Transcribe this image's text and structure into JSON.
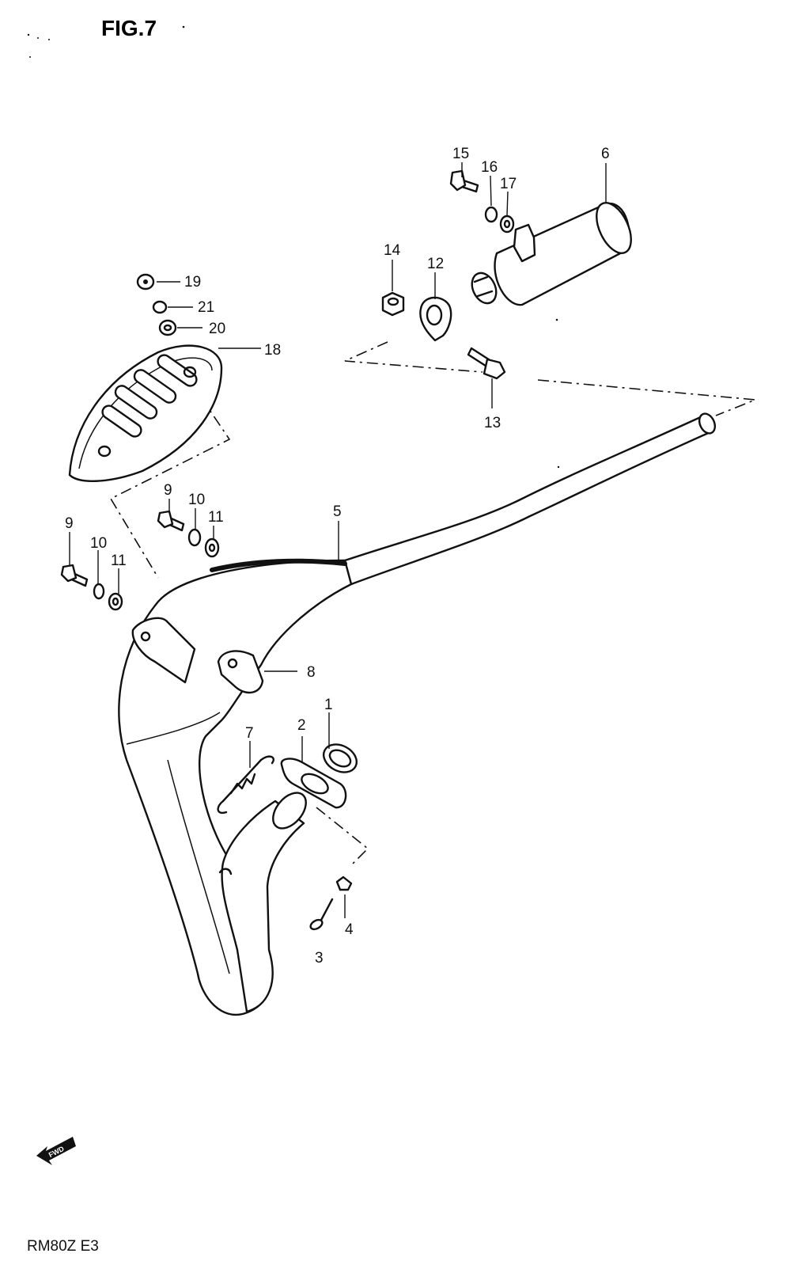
{
  "figure": {
    "title": "FIG.7",
    "model_code": "RM80Z E3",
    "direction_marker": "FWD"
  },
  "part_labels": [
    "1",
    "2",
    "3",
    "4",
    "5",
    "6",
    "7",
    "8",
    "9",
    "10",
    "11",
    "12",
    "13",
    "14",
    "15",
    "16",
    "17",
    "18",
    "19",
    "20",
    "21"
  ],
  "second_callouts": [
    "9",
    "10",
    "11"
  ],
  "colors": {
    "ink": "#111111",
    "paper": "#ffffff"
  },
  "icons": [
    "forward-arrow-icon"
  ]
}
